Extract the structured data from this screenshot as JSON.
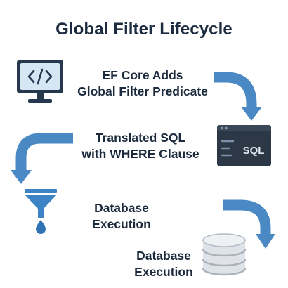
{
  "title": "Global Filter Lifecycle",
  "steps": [
    {
      "lines": [
        "EF Core Adds",
        "Global Filter Predicate"
      ],
      "icon": "code-monitor-icon"
    },
    {
      "lines": [
        "Translated SQL",
        "with WHERE Clause"
      ],
      "icon": "sql-console-icon"
    },
    {
      "lines": [
        "Database",
        "Execution"
      ],
      "icon": "filter-funnel-icon"
    },
    {
      "lines": [
        "Database",
        "Execution"
      ],
      "icon": "database-cylinder-icon"
    }
  ],
  "sql_badge": "SQL",
  "code_glyph": "</>",
  "colors": {
    "arrow": "#4b89c4",
    "monitor_frame": "#26384e",
    "monitor_screen": "#d6e6f5",
    "console_bg": "#2c3846",
    "funnel": "#3c84c6",
    "drop": "#2f73b5",
    "db_light": "#dfe3e8",
    "db_shadow": "#a9b1bb"
  }
}
